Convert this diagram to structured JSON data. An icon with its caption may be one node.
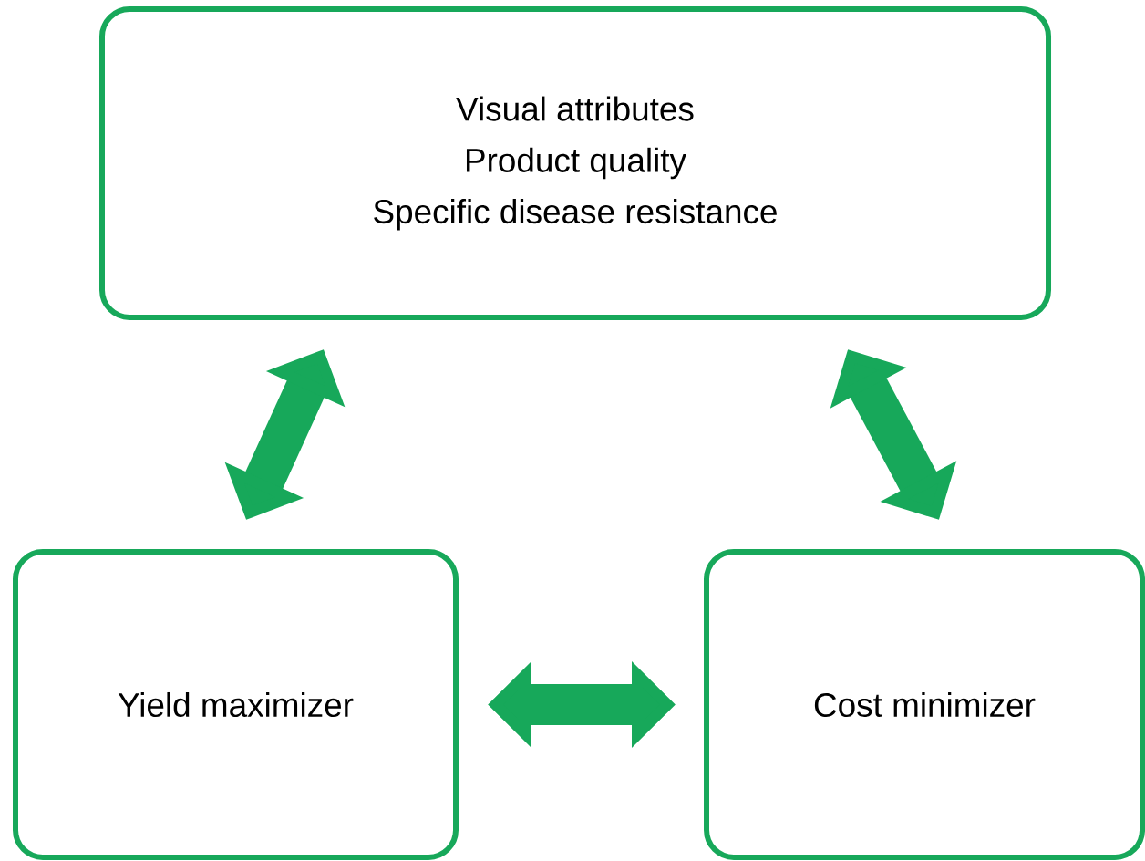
{
  "diagram": {
    "nodes": [
      {
        "text": [
          "Visual attributes",
          "Product quality",
          "Specific disease resistance"
        ]
      },
      {
        "text": [
          "Yield maximizer"
        ]
      },
      {
        "text": [
          "Cost minimizer"
        ]
      }
    ],
    "edges": [
      {
        "from": 0,
        "to": 1,
        "arrow": "both"
      },
      {
        "from": 0,
        "to": 2,
        "arrow": "both"
      },
      {
        "from": 1,
        "to": 2,
        "arrow": "both"
      }
    ]
  }
}
